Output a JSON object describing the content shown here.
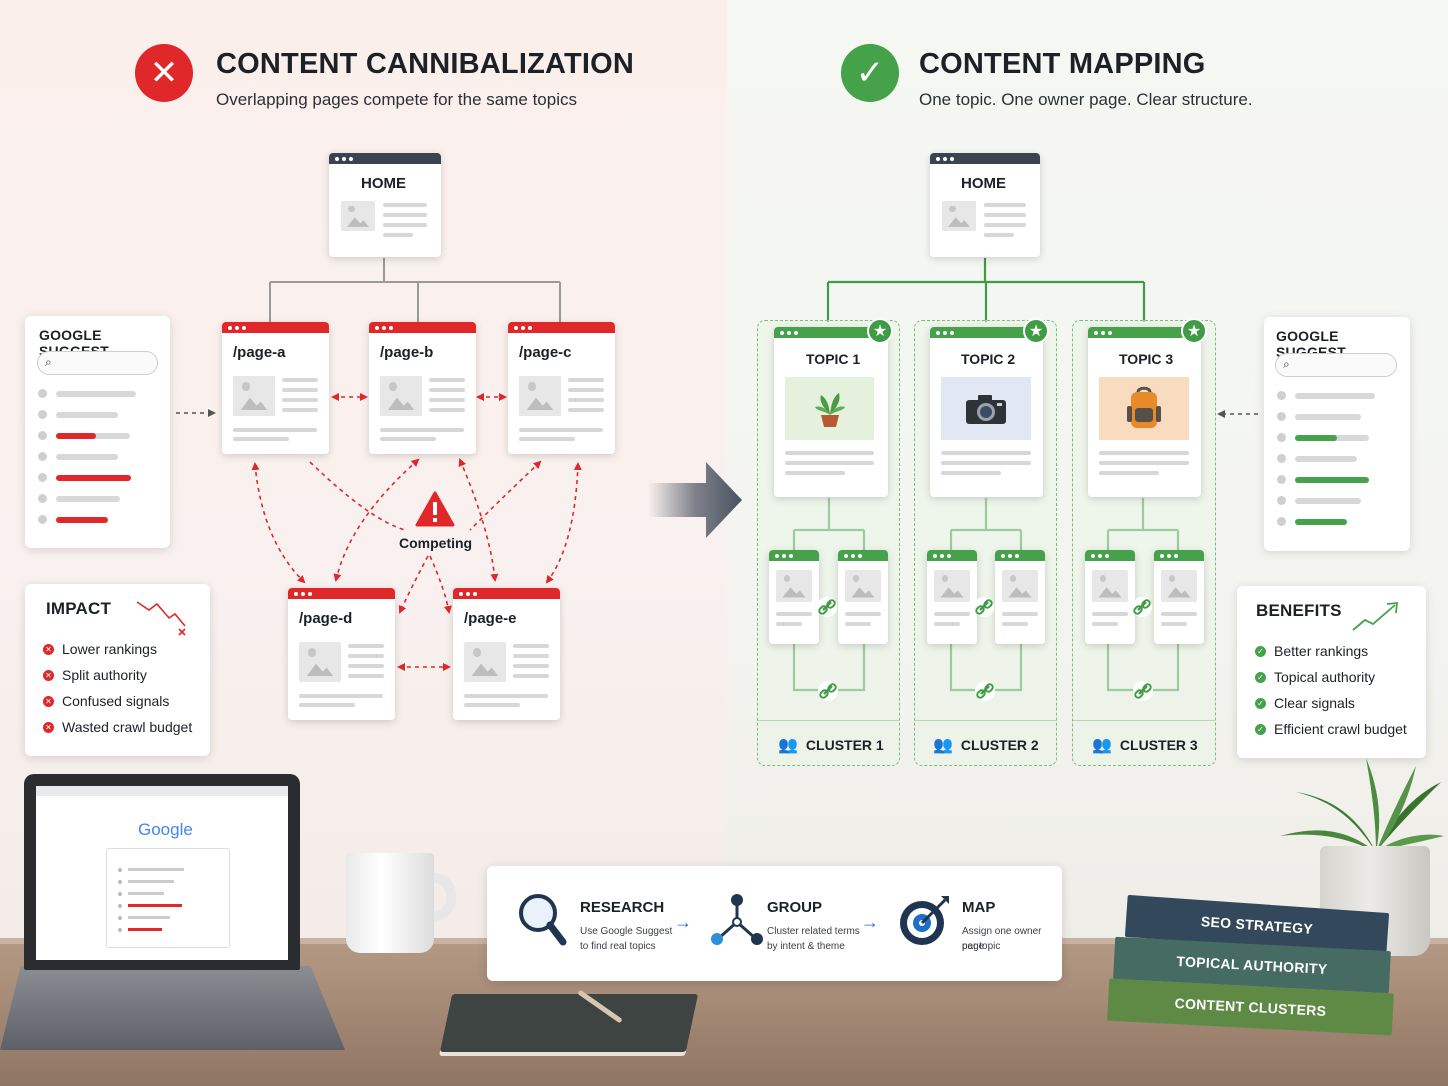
{
  "left": {
    "title": "CONTENT CANNIBALIZATION",
    "subtitle": "Overlapping pages compete for the same topics",
    "home": "HOME",
    "pages": [
      "/page-a",
      "/page-b",
      "/page-c",
      "/page-d",
      "/page-e"
    ],
    "competing": "Competing",
    "suggest_title": "GOOGLE SUGGEST",
    "impact": {
      "title": "IMPACT",
      "items": [
        "Lower rankings",
        "Split authority",
        "Confused signals",
        "Wasted crawl budget"
      ]
    }
  },
  "right": {
    "title": "CONTENT MAPPING",
    "subtitle": "One topic. One owner page. Clear structure.",
    "home": "HOME",
    "topics": [
      "TOPIC 1",
      "TOPIC 2",
      "TOPIC 3"
    ],
    "clusters": [
      "CLUSTER 1",
      "CLUSTER 2",
      "CLUSTER 3"
    ],
    "suggest_title": "GOOGLE SUGGEST",
    "benefits": {
      "title": "BENEFITS",
      "items": [
        "Better rankings",
        "Topical authority",
        "Clear signals",
        "Efficient crawl budget"
      ]
    }
  },
  "process": [
    {
      "title": "RESEARCH",
      "desc1": "Use Google Suggest",
      "desc2": "to find real topics",
      "icon": "magnifier-icon"
    },
    {
      "title": "GROUP",
      "desc1": "Cluster related terms",
      "desc2": "by intent & theme",
      "icon": "network-icon"
    },
    {
      "title": "MAP",
      "desc1": "Assign one owner page",
      "desc2": "per topic",
      "icon": "target-icon"
    }
  ],
  "laptop": {
    "brand": "Google"
  },
  "books": [
    "SEO STRATEGY",
    "TOPICAL AUTHORITY",
    "CONTENT CLUSTERS"
  ],
  "colors": {
    "red": "#e0282a",
    "green": "#45a14a",
    "navy": "#1f3550",
    "blue_arrow": "#1e6fc6"
  }
}
